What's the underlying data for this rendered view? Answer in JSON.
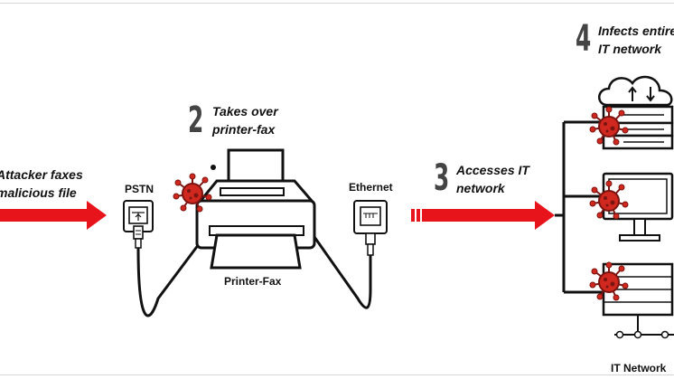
{
  "colors": {
    "accent": "#e8141c",
    "line": "#111111",
    "virus": "#d0281e",
    "virus_dark": "#7a1410",
    "number": "#444444"
  },
  "steps": [
    {
      "number": "",
      "line1": "Attacker faxes",
      "line2": "malicious file"
    },
    {
      "number": "2",
      "line1": "Takes over",
      "line2": "printer-fax"
    },
    {
      "number": "3",
      "line1": "Accesses IT",
      "line2": "network"
    },
    {
      "number": "4",
      "line1": "Infects entire",
      "line2": "IT network"
    }
  ],
  "labels": {
    "pstn": "PSTN",
    "ethernet": "Ethernet",
    "printer_fax": "Printer-Fax",
    "it_network": "IT Network"
  },
  "icons": [
    "phone-jack-icon",
    "printer-fax-icon",
    "ethernet-port-icon",
    "cloud-sync-icon",
    "server-icon",
    "monitor-icon",
    "tower-server-icon",
    "virus-icon"
  ]
}
